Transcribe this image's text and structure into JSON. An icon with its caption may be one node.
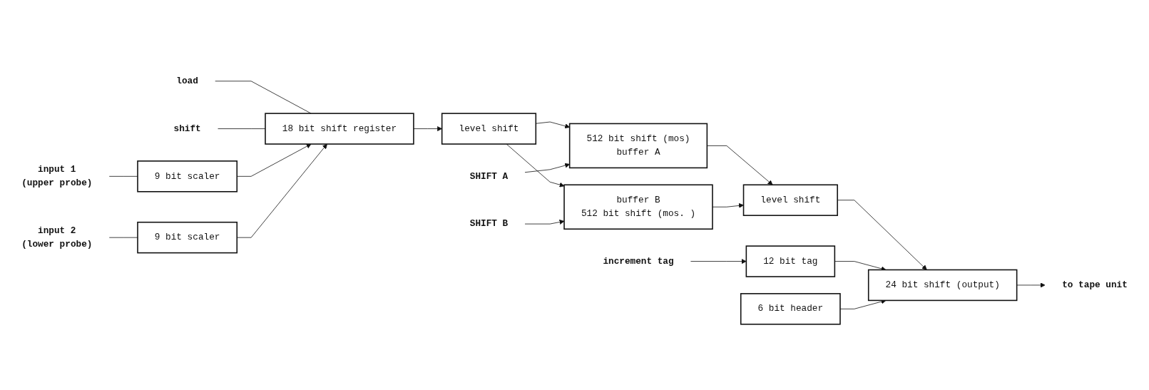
{
  "diagram": {
    "nodes": [
      {
        "text": [
          "load"
        ]
      },
      {
        "text": [
          "shift"
        ]
      },
      {
        "text": [
          "18 bit shift register"
        ]
      },
      {
        "text": [
          "input 1",
          "(upper probe)"
        ]
      },
      {
        "text": [
          "9 bit scaler"
        ]
      },
      {
        "text": [
          "9 bit scaler"
        ]
      },
      {
        "text": [
          "input 2",
          "(lower probe)"
        ]
      },
      {
        "text": [
          "level shift"
        ]
      },
      {
        "text": [
          "SHIFT A"
        ]
      },
      {
        "text": [
          "512 bit shift (mos)",
          "buffer A"
        ]
      },
      {
        "text": [
          "buffer B",
          "512 bit shift (mos. )"
        ]
      },
      {
        "text": [
          "SHIFT B"
        ]
      },
      {
        "text": [
          "level shift"
        ]
      },
      {
        "text": [
          "24 bit shift (output)"
        ]
      },
      {
        "text": [
          "to tape unit"
        ]
      },
      {
        "text": [
          "12 bit tag"
        ]
      },
      {
        "text": [
          "6 bit header"
        ]
      },
      {
        "text": [
          "increment tag"
        ]
      }
    ],
    "edges": [
      {
        "from": 0,
        "to": 2,
        "arrow": "none"
      },
      {
        "from": 1,
        "to": 2,
        "arrow": "none"
      },
      {
        "from": 3,
        "to": 4,
        "arrow": "none"
      },
      {
        "from": 4,
        "to": 2,
        "arrow": "to"
      },
      {
        "from": 5,
        "to": 2,
        "arrow": "to"
      },
      {
        "from": 6,
        "to": 5,
        "arrow": "none"
      },
      {
        "from": 2,
        "to": 7,
        "arrow": "to"
      },
      {
        "from": 7,
        "to": 9,
        "arrow": "to"
      },
      {
        "from": 7,
        "to": 10,
        "arrow": "to"
      },
      {
        "from": 8,
        "to": 9,
        "arrow": "to"
      },
      {
        "from": 11,
        "to": 10,
        "arrow": "to"
      },
      {
        "from": 9,
        "to": 12,
        "arrow": "to"
      },
      {
        "from": 10,
        "to": 12,
        "arrow": "to"
      },
      {
        "from": 12,
        "to": 13,
        "arrow": "to"
      },
      {
        "from": 13,
        "to": 14,
        "arrow": "to"
      },
      {
        "from": 15,
        "to": 13,
        "arrow": "to"
      },
      {
        "from": 16,
        "to": 13,
        "arrow": "to"
      },
      {
        "from": 17,
        "to": 15,
        "arrow": "to"
      }
    ]
  }
}
